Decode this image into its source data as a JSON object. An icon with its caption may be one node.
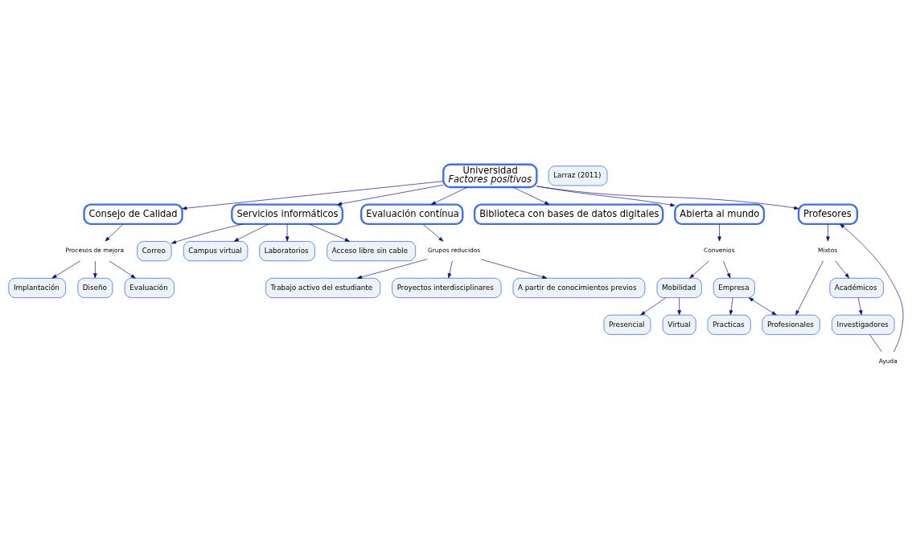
{
  "diagram": {
    "nodes": [
      {
        "text": [
          "Implantación"
        ]
      },
      {
        "text": [
          "Diseño"
        ]
      },
      {
        "text": [
          "Procesos de mejora"
        ]
      },
      {
        "text": [
          "Evaluación"
        ]
      },
      {
        "text": [
          "Correo"
        ]
      },
      {
        "text": [
          "Campus virtual"
        ]
      },
      {
        "text": [
          "Consejo de Calidad"
        ]
      },
      {
        "text": [
          "Servicios informáticos"
        ]
      },
      {
        "text": [
          "Trabajo activo del estudiante"
        ]
      },
      {
        "text": [
          "Universidad",
          "Factores positivos"
        ]
      },
      {
        "text": [
          "Laboratorios"
        ]
      },
      {
        "text": [
          "Acceso libre sin cable"
        ]
      },
      {
        "text": [
          "Evaluación contínua"
        ]
      },
      {
        "text": [
          "Grupos reducidos"
        ]
      },
      {
        "text": [
          "Proyectos interdisciplinares"
        ]
      },
      {
        "text": [
          "Biblioteca con bases de datos digitales"
        ]
      },
      {
        "text": [
          "A partir de conocimientos previos"
        ]
      },
      {
        "text": [
          "Abierta al mundo"
        ]
      },
      {
        "text": [
          "Profesores"
        ]
      },
      {
        "text": [
          "Ayuda"
        ]
      },
      {
        "text": [
          "Investigadores"
        ]
      },
      {
        "text": [
          "Mobilidad"
        ]
      },
      {
        "text": [
          "Convenios"
        ]
      },
      {
        "text": [
          "Empresa"
        ]
      },
      {
        "text": [
          "Presencial"
        ]
      },
      {
        "text": [
          "Virtual"
        ]
      },
      {
        "text": [
          "Mixtos"
        ]
      },
      {
        "text": [
          "Académicos"
        ]
      },
      {
        "text": [
          "Practicas"
        ]
      },
      {
        "text": [
          "Profesionales"
        ]
      },
      {
        "text": [
          "Larraz (2011)"
        ]
      }
    ],
    "edges": [
      {
        "from": 9,
        "to": 7,
        "arrow": "to"
      },
      {
        "from": 9,
        "to": 6,
        "arrow": "to"
      },
      {
        "from": 9,
        "to": 12,
        "arrow": "to"
      },
      {
        "from": 9,
        "to": 15,
        "arrow": "to"
      },
      {
        "from": 9,
        "to": 17,
        "arrow": "to"
      },
      {
        "from": 9,
        "to": 18,
        "arrow": "to"
      },
      {
        "from": 6,
        "to": 2,
        "arrow": "to"
      },
      {
        "from": 2,
        "to": 0,
        "arrow": "to"
      },
      {
        "from": 2,
        "to": 1,
        "arrow": "to"
      },
      {
        "from": 2,
        "to": 3,
        "arrow": "to"
      },
      {
        "from": 7,
        "to": 4,
        "arrow": "to"
      },
      {
        "from": 7,
        "to": 5,
        "arrow": "to"
      },
      {
        "from": 7,
        "to": 10,
        "arrow": "to"
      },
      {
        "from": 7,
        "to": 11,
        "arrow": "to"
      },
      {
        "from": 12,
        "to": 13,
        "arrow": "to"
      },
      {
        "from": 13,
        "to": 8,
        "arrow": "to"
      },
      {
        "from": 13,
        "to": 14,
        "arrow": "to"
      },
      {
        "from": 13,
        "to": 16,
        "arrow": "to"
      },
      {
        "from": 17,
        "to": 22,
        "arrow": "to"
      },
      {
        "from": 22,
        "to": 21,
        "arrow": "to"
      },
      {
        "from": 22,
        "to": 23,
        "arrow": "to"
      },
      {
        "from": 21,
        "to": 24,
        "arrow": "to"
      },
      {
        "from": 21,
        "to": 25,
        "arrow": "to"
      },
      {
        "from": 23,
        "to": 28,
        "arrow": "to"
      },
      {
        "from": 23,
        "to": 29,
        "arrow": "both"
      },
      {
        "from": 18,
        "to": 26,
        "arrow": "to"
      },
      {
        "from": 26,
        "to": 27,
        "arrow": "to"
      },
      {
        "from": 26,
        "to": 29,
        "arrow": "to"
      },
      {
        "from": 27,
        "to": 20,
        "arrow": "to"
      },
      {
        "from": 20,
        "to": 19,
        "arrow": "none"
      },
      {
        "from": 19,
        "to": 18,
        "arrow": "to"
      }
    ]
  }
}
